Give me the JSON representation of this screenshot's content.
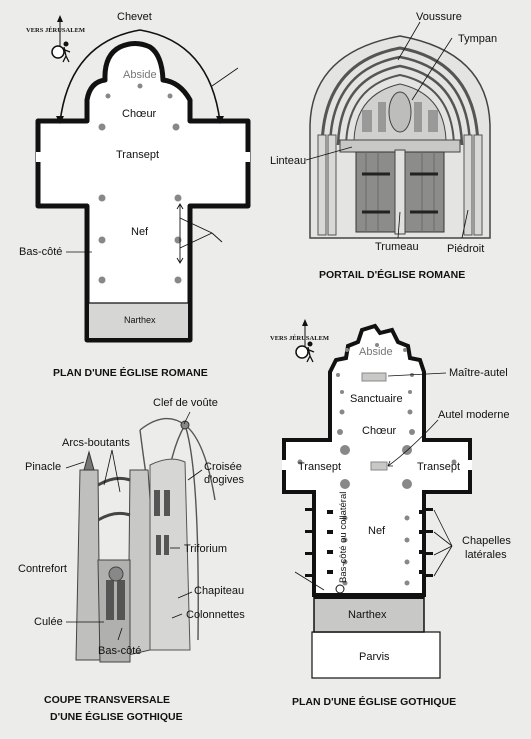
{
  "romanesque_plan": {
    "orientation": "VERS JÉRUSALEM",
    "chevet": "Chevet",
    "abside": "Abside",
    "choeur": "Chœur",
    "transept": "Transept",
    "nef": "Nef",
    "bas_cote": "Bas-côté",
    "narthex": "Narthex",
    "caption": "PLAN D'UNE ÉGLISE ROMANE"
  },
  "portal": {
    "voussure": "Voussure",
    "tympan": "Tympan",
    "linteau": "Linteau",
    "trumeau": "Trumeau",
    "piedroit": "Piédroit",
    "caption": "PORTAIL D'ÉGLISE ROMANE"
  },
  "gothic_section": {
    "clef": "Clef de voûte",
    "arcs": "Arcs-boutants",
    "pinacle": "Pinacle",
    "croisee_1": "Croisée",
    "croisee_2": "d'ogives",
    "triforium": "Triforium",
    "contrefort": "Contrefort",
    "chapiteau": "Chapiteau",
    "culee": "Culée",
    "colonnettes": "Colonnettes",
    "bas_cote": "Bas-côté",
    "caption_1": "COUPE TRANSVERSALE",
    "caption_2": "D'UNE ÉGLISE GOTHIQUE"
  },
  "gothic_plan": {
    "orientation": "VERS JÉRUSALEM",
    "abside": "Abside",
    "maitre_autel": "Maître-autel",
    "sanctuaire": "Sanctuaire",
    "autel_moderne": "Autel moderne",
    "choeur": "Chœur",
    "transept_left": "Transept",
    "transept_right": "Transept",
    "nef": "Nef",
    "bas_cote": "Bas-côté ou collatéral",
    "chapelles_1": "Chapelles",
    "chapelles_2": "latérales",
    "narthex": "Narthex",
    "parvis": "Parvis",
    "caption": "PLAN D'UNE ÉGLISE GOTHIQUE"
  }
}
